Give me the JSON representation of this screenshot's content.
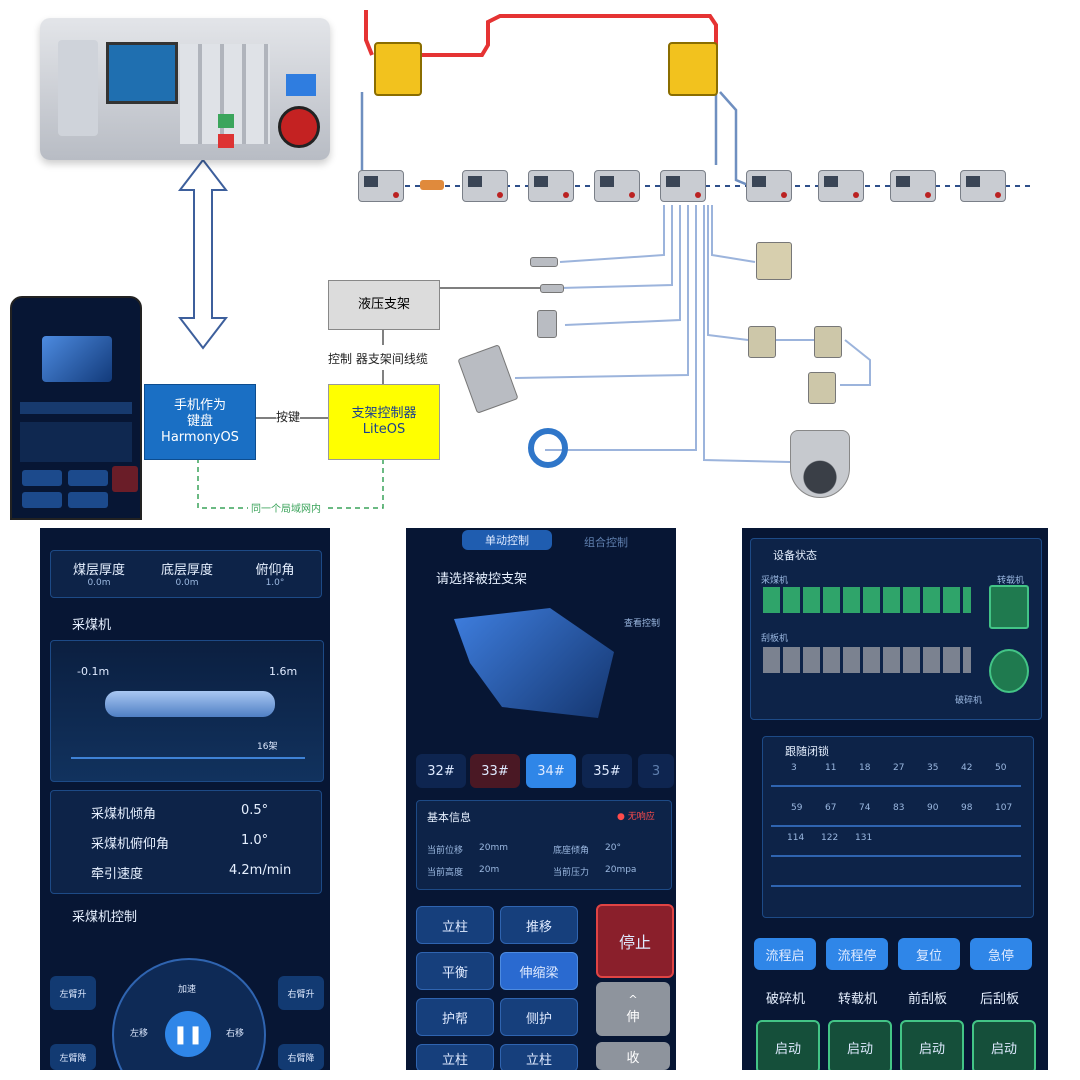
{
  "diagram": {
    "hydraulic_support": "液压支架",
    "cable_label": "控制 器支架间线缆",
    "phone_box": [
      "手机作为",
      "键盘",
      "HarmonyOS"
    ],
    "controller_box": [
      "支架控制器",
      "LiteOS"
    ],
    "shortcut": "按键",
    "same_lan": "同一个局域网内",
    "colors": {
      "phone_box": "#1a6fc4",
      "controller_box": "#ffff00",
      "support_box": "#dcdcdc",
      "red_cable": "#e53333",
      "blue_cable": "#6f8fc0"
    }
  },
  "screen_left": {
    "stats": [
      {
        "label": "煤层厚度",
        "value": "0.0m"
      },
      {
        "label": "底层厚度",
        "value": "0.0m"
      },
      {
        "label": "俯仰角",
        "value": "1.0°"
      }
    ],
    "shearer_title": "采煤机",
    "range_left": "-0.1m",
    "range_right": "1.6m",
    "position": "16架",
    "info": [
      {
        "label": "采煤机倾角",
        "value": "0.5°"
      },
      {
        "label": "采煤机俯仰角",
        "value": "1.0°"
      },
      {
        "label": "牵引速度",
        "value": "4.2m/min"
      }
    ],
    "control_title": "采煤机控制",
    "side_buttons": [
      "左臂升",
      "右臂升",
      "左臂降",
      "右臂降"
    ],
    "dial": {
      "up": "加速",
      "left": "左移",
      "right": "右移"
    }
  },
  "screen_mid": {
    "tabs": [
      "单动控制",
      "组合控制"
    ],
    "select_title": "请选择被控支架",
    "side_action": "查看控制",
    "supports": [
      "32#",
      "33#",
      "34#",
      "35#",
      "3"
    ],
    "basic_title": "基本信息",
    "status": "● 无响应",
    "fields": [
      {
        "label": "当前位移",
        "value": "20mm"
      },
      {
        "label": "底座倾角",
        "value": "20°"
      },
      {
        "label": "当前高度",
        "value": "20m"
      },
      {
        "label": "当前压力",
        "value": "20mpa"
      }
    ],
    "buttons": [
      "立柱",
      "推移",
      "平衡",
      "伸缩梁",
      "护帮",
      "侧护",
      "立柱",
      "立柱"
    ],
    "stop": "停止",
    "extend": "伸",
    "retract": "收"
  },
  "screen_right": {
    "device_title": "设备状态",
    "row1_label": "采煤机",
    "row2_label": "刮板机",
    "icon1_label": "转载机",
    "icon2_label": "破碎机",
    "follow_title": "跟随闭锁",
    "numbers_row1": [
      "3",
      "11",
      "18",
      "27",
      "35",
      "42",
      "50"
    ],
    "numbers_row2": [
      "59",
      "67",
      "74",
      "83",
      "90",
      "98",
      "107"
    ],
    "numbers_row3": [
      "114",
      "122",
      "131"
    ],
    "flow_buttons": [
      "流程启",
      "流程停",
      "复位",
      "急停"
    ],
    "equipment": [
      "破碎机",
      "转载机",
      "前刮板",
      "后刮板"
    ],
    "start": "启动"
  }
}
